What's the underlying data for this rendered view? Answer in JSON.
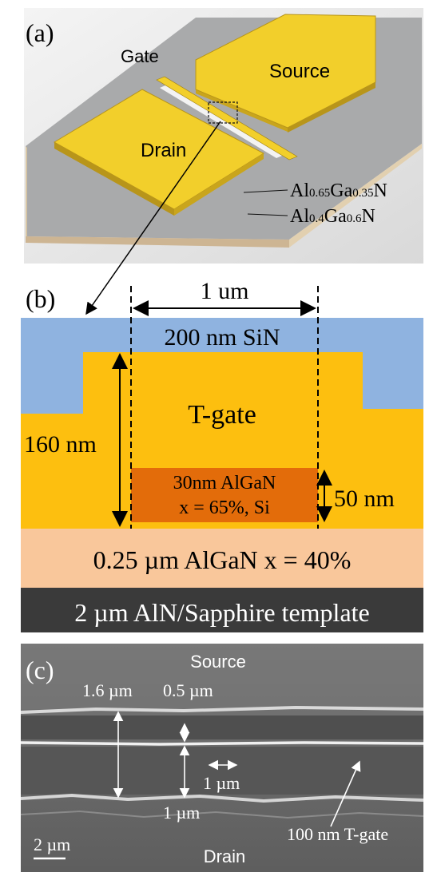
{
  "panel_a": {
    "label": "(a)",
    "gate": "Gate",
    "source": "Source",
    "drain": "Drain",
    "layer1_pre": "Al",
    "layer1_sub1": "0.65",
    "layer1_mid": "Ga",
    "layer1_sub2": "0.35",
    "layer1_post": "N",
    "layer2_pre": "Al",
    "layer2_sub1": "0.4",
    "layer2_mid": "Ga",
    "layer2_sub2": "0.6",
    "layer2_post": "N"
  },
  "panel_b": {
    "label": "(b)",
    "width_dim": "1 um",
    "sin": "200 nm SiN",
    "tgate": "T-gate",
    "height_dim": "160 nm",
    "cap_line1": "30nm AlGaN",
    "cap_line2": "x = 65%, Si",
    "cap_dim": "50 nm",
    "algan": "0.25 µm AlGaN x = 40%",
    "template": "2 µm AlN/Sapphire template"
  },
  "panel_c": {
    "label": "(c)",
    "source": "Source",
    "drain": "Drain",
    "dim_1_6": "1.6 µm",
    "dim_0_5": "0.5 µm",
    "dim_1_horizontal": "1 µm",
    "dim_1_vertical": "1 µm",
    "tgate": "100 nm T-gate",
    "scale": "2 µm"
  },
  "colors": {
    "gold": "#F2CF2B",
    "sin_blue": "#8FB3E0",
    "tgate_yellow": "#FDBF0F",
    "cap_orange": "#E36C0A",
    "algan_peach": "#F9C79B",
    "template_dark": "#3A3A3A"
  }
}
